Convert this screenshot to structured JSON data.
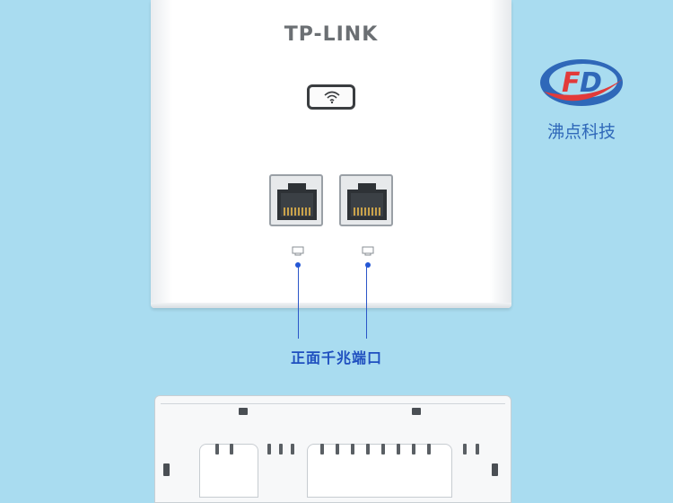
{
  "product": {
    "brand_name": "TP-LINK",
    "caption": "正面千兆端口"
  },
  "watermark": {
    "logo_letters": "FD",
    "company_name": "沸点科技"
  },
  "icons": [
    "wifi-icon",
    "ethernet-port-icon",
    "port-indicator-icon",
    "link-led"
  ],
  "colors": {
    "background": "#a9dcf0",
    "caption": "#1f4fbf",
    "led": "#2457d6",
    "logo_blue": "#2f68b9",
    "logo_red": "#e23a3a"
  }
}
